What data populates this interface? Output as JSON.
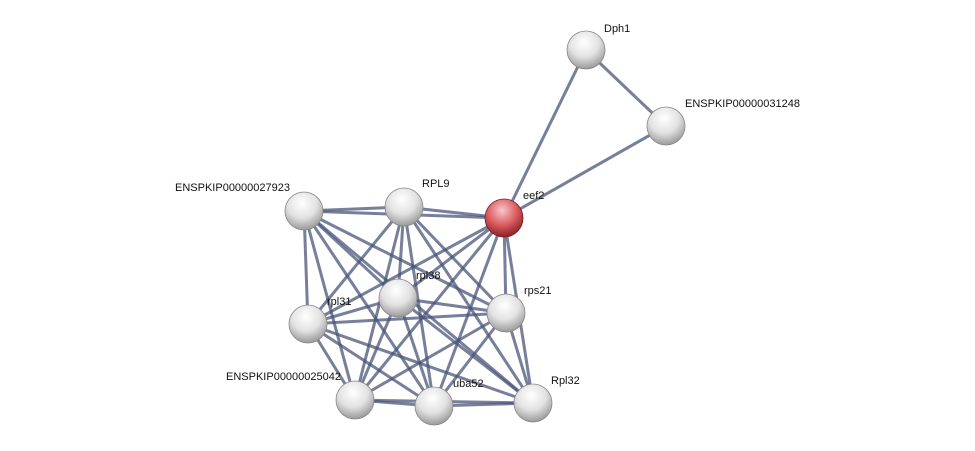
{
  "nodes": [
    {
      "id": "Dph1",
      "label": "Dph1",
      "highlight": false
    },
    {
      "id": "ENSPKIP00000031248",
      "label": "ENSPKIP00000031248",
      "highlight": false
    },
    {
      "id": "eef2",
      "label": "eef2",
      "highlight": true
    },
    {
      "id": "RPL9",
      "label": "RPL9",
      "highlight": false
    },
    {
      "id": "ENSPKIP00000027923",
      "label": "ENSPKIP00000027923",
      "highlight": false
    },
    {
      "id": "rpl38",
      "label": "rpl38",
      "highlight": false
    },
    {
      "id": "rpl31",
      "label": "rpl31",
      "highlight": false
    },
    {
      "id": "rps21",
      "label": "rps21",
      "highlight": false
    },
    {
      "id": "ENSPKIP00000025042",
      "label": "ENSPKIP00000025042",
      "highlight": false
    },
    {
      "id": "uba52",
      "label": "uba52",
      "highlight": false
    },
    {
      "id": "Rpl32",
      "label": "Rpl32",
      "highlight": false
    }
  ],
  "edges": [
    [
      "Dph1",
      "ENSPKIP00000031248"
    ],
    [
      "eef2",
      "Dph1"
    ],
    [
      "eef2",
      "ENSPKIP00000031248"
    ],
    [
      "eef2",
      "RPL9"
    ],
    [
      "eef2",
      "ENSPKIP00000027923"
    ],
    [
      "eef2",
      "rpl38"
    ],
    [
      "eef2",
      "rpl31"
    ],
    [
      "eef2",
      "rps21"
    ],
    [
      "eef2",
      "ENSPKIP00000025042"
    ],
    [
      "eef2",
      "uba52"
    ],
    [
      "eef2",
      "Rpl32"
    ],
    [
      "ENSPKIP00000027923",
      "RPL9"
    ],
    [
      "ENSPKIP00000027923",
      "rpl38"
    ],
    [
      "ENSPKIP00000027923",
      "rpl31"
    ],
    [
      "ENSPKIP00000027923",
      "rps21"
    ],
    [
      "ENSPKIP00000027923",
      "ENSPKIP00000025042"
    ],
    [
      "ENSPKIP00000027923",
      "uba52"
    ],
    [
      "ENSPKIP00000027923",
      "Rpl32"
    ],
    [
      "RPL9",
      "rpl38"
    ],
    [
      "RPL9",
      "rpl31"
    ],
    [
      "RPL9",
      "rps21"
    ],
    [
      "RPL9",
      "ENSPKIP00000025042"
    ],
    [
      "RPL9",
      "uba52"
    ],
    [
      "RPL9",
      "Rpl32"
    ],
    [
      "rpl38",
      "rpl31"
    ],
    [
      "rpl38",
      "rps21"
    ],
    [
      "rpl38",
      "ENSPKIP00000025042"
    ],
    [
      "rpl38",
      "uba52"
    ],
    [
      "rpl38",
      "Rpl32"
    ],
    [
      "rpl31",
      "rps21"
    ],
    [
      "rpl31",
      "ENSPKIP00000025042"
    ],
    [
      "rpl31",
      "uba52"
    ],
    [
      "rpl31",
      "Rpl32"
    ],
    [
      "rps21",
      "ENSPKIP00000025042"
    ],
    [
      "rps21",
      "uba52"
    ],
    [
      "rps21",
      "Rpl32"
    ],
    [
      "ENSPKIP00000025042",
      "uba52"
    ],
    [
      "ENSPKIP00000025042",
      "Rpl32"
    ],
    [
      "uba52",
      "Rpl32"
    ]
  ],
  "colors": {
    "edge": "#4a5478",
    "node": "#e8e8e8",
    "highlight": "#d9575c"
  }
}
